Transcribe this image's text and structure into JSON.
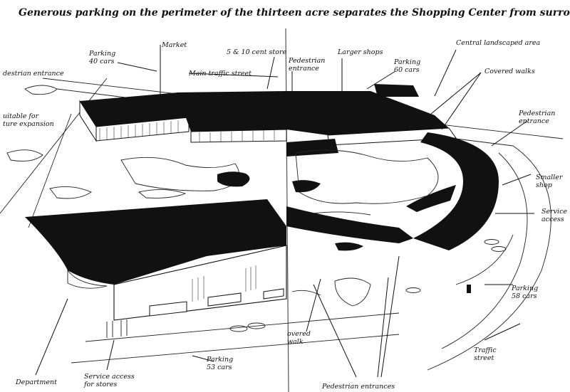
{
  "title": "Generous parking on the perimeter of the thirteen acre separates the Shopping Center from surrounding traffic",
  "labels": {
    "market": "Market",
    "parking_40": "Parking\n40 cars",
    "store_5_10": "5 & 10 cent store",
    "pedestrian_entrance_center": "Pedestrian\nentrance",
    "larger_shops": "Larger shops",
    "parking_60": "Parking\n60 cars",
    "central_landscaped": "Central landscaped area",
    "covered_walks_top": "Covered walks",
    "pedestrian_entrance_left": "destrian entrance",
    "main_traffic_street": "Main traffic street",
    "future_expansion": "uitable for\nture expansion",
    "pedestrian_entrance_right": "Pedestrian\nentrance",
    "smaller_shop": "Smaller\nshop",
    "service_access_right": "Service\naccess",
    "parking_58": "Parking\n58 cars",
    "traffic_street": "Traffic\nstreet",
    "covered_walk_bottom": "overed\nwalk",
    "parking_53": "Parking\n53 cars",
    "department": "Department",
    "service_access_stores": "Service access\nfor stores",
    "pedestrian_entrances": "Pedestrian entrances"
  },
  "colors": {
    "ink": "#111111",
    "paper": "#ffffff"
  }
}
